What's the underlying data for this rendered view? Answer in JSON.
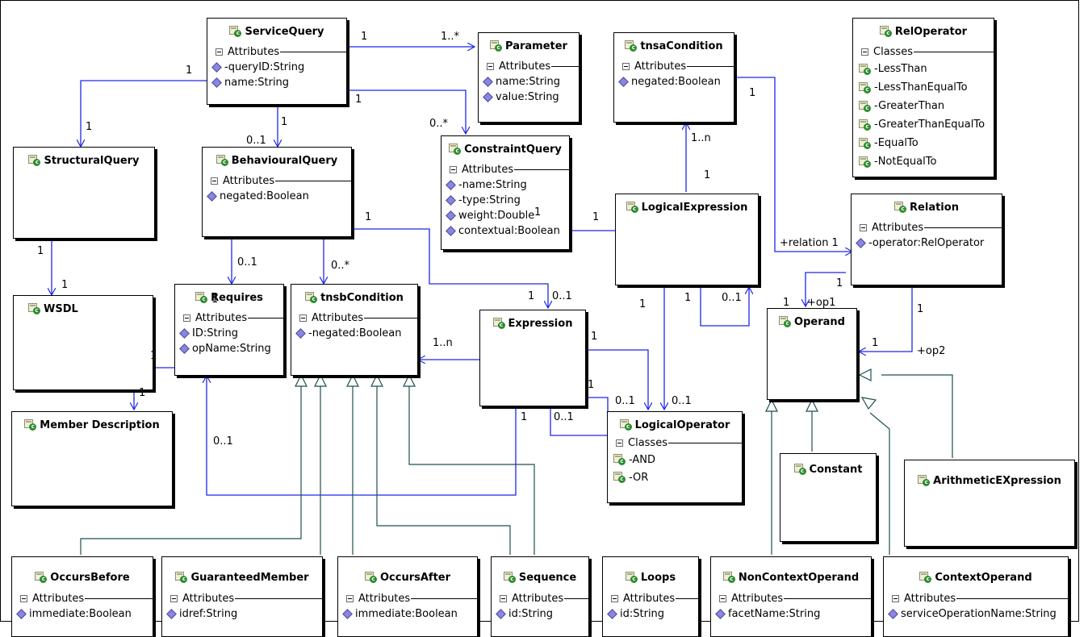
{
  "classes": {
    "service_query": {
      "name": "ServiceQuery",
      "section": "Attributes",
      "items": [
        "-queryID:String",
        "name:String"
      ]
    },
    "parameter": {
      "name": "Parameter",
      "section": "Attributes",
      "items": [
        "name:String",
        "value:String"
      ]
    },
    "tnsa_condition": {
      "name": "tnsaCondition",
      "section": "Attributes",
      "items": [
        "negated:Boolean"
      ]
    },
    "rel_operator": {
      "name": "RelOperator",
      "section": "Classes",
      "items": [
        "-LessThan",
        "-LessThanEqualTo",
        "-GreaterThan",
        "-GreaterThanEqualTo",
        "-EqualTo",
        "-NotEqualTo"
      ]
    },
    "structural_query": {
      "name": "StructuralQuery"
    },
    "behavioural_query": {
      "name": "BehaviouralQuery",
      "section": "Attributes",
      "items": [
        "negated:Boolean"
      ]
    },
    "constraint_query": {
      "name": "ConstraintQuery",
      "section": "Attributes",
      "items": [
        "-name:String",
        "-type:String",
        "weight:Double",
        "contextual:Boolean"
      ]
    },
    "logical_expression": {
      "name": "LogicalExpression"
    },
    "relation": {
      "name": "Relation",
      "section": "Attributes",
      "items": [
        "-operator:RelOperator"
      ]
    },
    "wsdl": {
      "name": "WSDL"
    },
    "requires": {
      "name": "Requires",
      "section": "Attributes",
      "items": [
        "ID:String",
        "opName:String"
      ]
    },
    "tnsb_condition": {
      "name": "tnsbCondition",
      "section": "Attributes",
      "items": [
        "-negated:Boolean"
      ]
    },
    "expression": {
      "name": "Expression"
    },
    "operand": {
      "name": "Operand"
    },
    "member_description": {
      "name": "Member Description"
    },
    "logical_operator": {
      "name": "LogicalOperator",
      "section": "Classes",
      "items": [
        "-AND",
        "-OR"
      ]
    },
    "constant": {
      "name": "Constant"
    },
    "arithmetic_expression": {
      "name": "ArithmeticEXpression"
    },
    "occurs_before": {
      "name": "OccursBefore",
      "section": "Attributes",
      "items": [
        "immediate:Boolean"
      ]
    },
    "guaranteed_member": {
      "name": "GuaranteedMember",
      "section": "Attributes",
      "items": [
        "idref:String"
      ]
    },
    "occurs_after": {
      "name": "OccursAfter",
      "section": "Attributes",
      "items": [
        "immediate:Boolean"
      ]
    },
    "sequence": {
      "name": "Sequence",
      "section": "Attributes",
      "items": [
        "id:String"
      ]
    },
    "loops": {
      "name": "Loops",
      "section": "Attributes",
      "items": [
        "id:String"
      ]
    },
    "non_context_operand": {
      "name": "NonContextOperand",
      "section": "Attributes",
      "items": [
        "facetName:String"
      ]
    },
    "context_operand": {
      "name": "ContextOperand",
      "section": "Attributes",
      "items": [
        "serviceOperationName:String"
      ]
    }
  },
  "multiplicities": {
    "sq_param_src": "1",
    "sq_param_dst": "1..*",
    "sq_sq_src": "1",
    "sq_struct_dst": "1",
    "sq_bq_src": "1",
    "sq_bq_dst": "0..1",
    "sq_cq_src": "1",
    "sq_cq_dst": "0..*",
    "tnsa_rel_src": "1",
    "tnsa_rel_role": "+relation 1",
    "le_tnsa_src": "1",
    "le_tnsa_dst": "1..n",
    "cq_le_src": "1",
    "cq_le_dst": "1",
    "struct_wsdl_src": "1",
    "struct_wsdl_dst": "1",
    "bq_req_dst": "0..1",
    "bq_tnsb_dst": "0..*",
    "bq_expr_src": "1",
    "bq_expr_dst1": "1",
    "bq_expr_dst2": "0..1",
    "le_self_src": "1",
    "le_self_dst": "0..1",
    "le_lo_src": "1",
    "rel_op1_src": "1",
    "rel_op1_dst": "1",
    "rel_op1_role": "+op1",
    "rel_op2_src": "1",
    "rel_op2_dst": "1",
    "rel_op2_role": "+op2",
    "req_md_src": "1",
    "req_md_dst": "1",
    "req_top": "1",
    "expr_tnsb_dst": "1..n",
    "expr_lo_src": "1",
    "expr_lo_dst1": "0..1",
    "expr_lo_dst2": "0..1",
    "expr_self_src": "1",
    "expr_self_dst": "0..1",
    "expr_req_src": "1",
    "expr_req_dst": "0..1"
  }
}
